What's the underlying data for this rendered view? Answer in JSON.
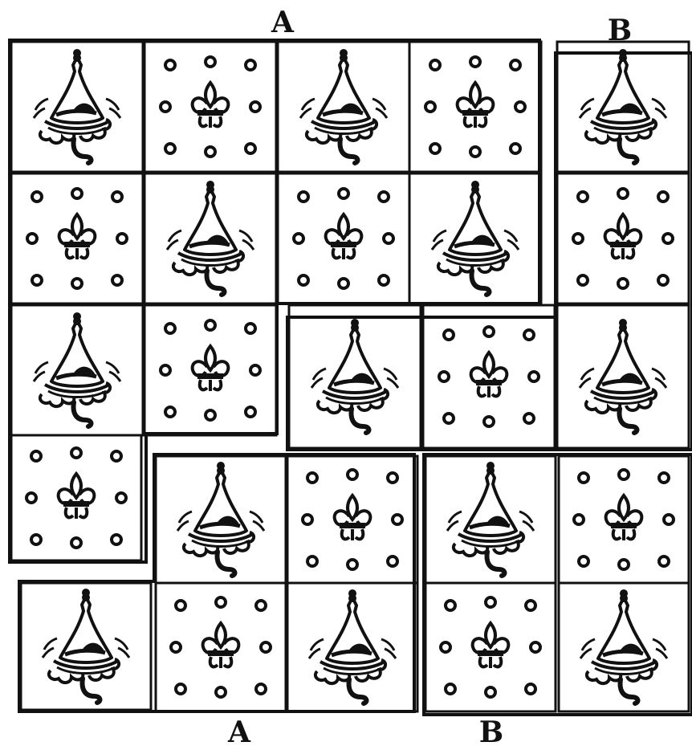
{
  "labels": {
    "top_a": "A",
    "top_b": "B",
    "bottom_a": "A",
    "bottom_b": "B"
  },
  "tiles": [
    {
      "row": 1,
      "col": 1,
      "motif": "bell"
    },
    {
      "row": 1,
      "col": 2,
      "motif": "fleur-de-lis"
    },
    {
      "row": 1,
      "col": 3,
      "motif": "bell"
    },
    {
      "row": 1,
      "col": 4,
      "motif": "fleur-de-lis"
    },
    {
      "row": 1,
      "col": 5,
      "motif": "bell"
    },
    {
      "row": 2,
      "col": 1,
      "motif": "fleur-de-lis"
    },
    {
      "row": 2,
      "col": 2,
      "motif": "bell"
    },
    {
      "row": 2,
      "col": 3,
      "motif": "fleur-de-lis"
    },
    {
      "row": 2,
      "col": 4,
      "motif": "bell"
    },
    {
      "row": 2,
      "col": 5,
      "motif": "fleur-de-lis"
    },
    {
      "row": 3,
      "col": 1,
      "motif": "bell"
    },
    {
      "row": 3,
      "col": 2,
      "motif": "fleur-de-lis"
    },
    {
      "row": 3,
      "col": 3,
      "motif": "bell"
    },
    {
      "row": 3,
      "col": 4,
      "motif": "fleur-de-lis"
    },
    {
      "row": 3,
      "col": 5,
      "motif": "bell"
    },
    {
      "row": 4,
      "col": 1,
      "motif": "fleur-de-lis"
    },
    {
      "row": 4,
      "col": 2,
      "motif": "bell"
    },
    {
      "row": 4,
      "col": 3,
      "motif": "fleur-de-lis"
    },
    {
      "row": 4,
      "col": 4,
      "motif": "bell"
    },
    {
      "row": 4,
      "col": 5,
      "motif": "fleur-de-lis"
    },
    {
      "row": 5,
      "col": 1,
      "motif": "bell"
    },
    {
      "row": 5,
      "col": 2,
      "motif": "fleur-de-lis"
    },
    {
      "row": 5,
      "col": 3,
      "motif": "bell"
    },
    {
      "row": 5,
      "col": 4,
      "motif": "fleur-de-lis"
    },
    {
      "row": 5,
      "col": 5,
      "motif": "bell"
    }
  ],
  "colors": {
    "ink": "#111111",
    "paper": "#ffffff"
  }
}
